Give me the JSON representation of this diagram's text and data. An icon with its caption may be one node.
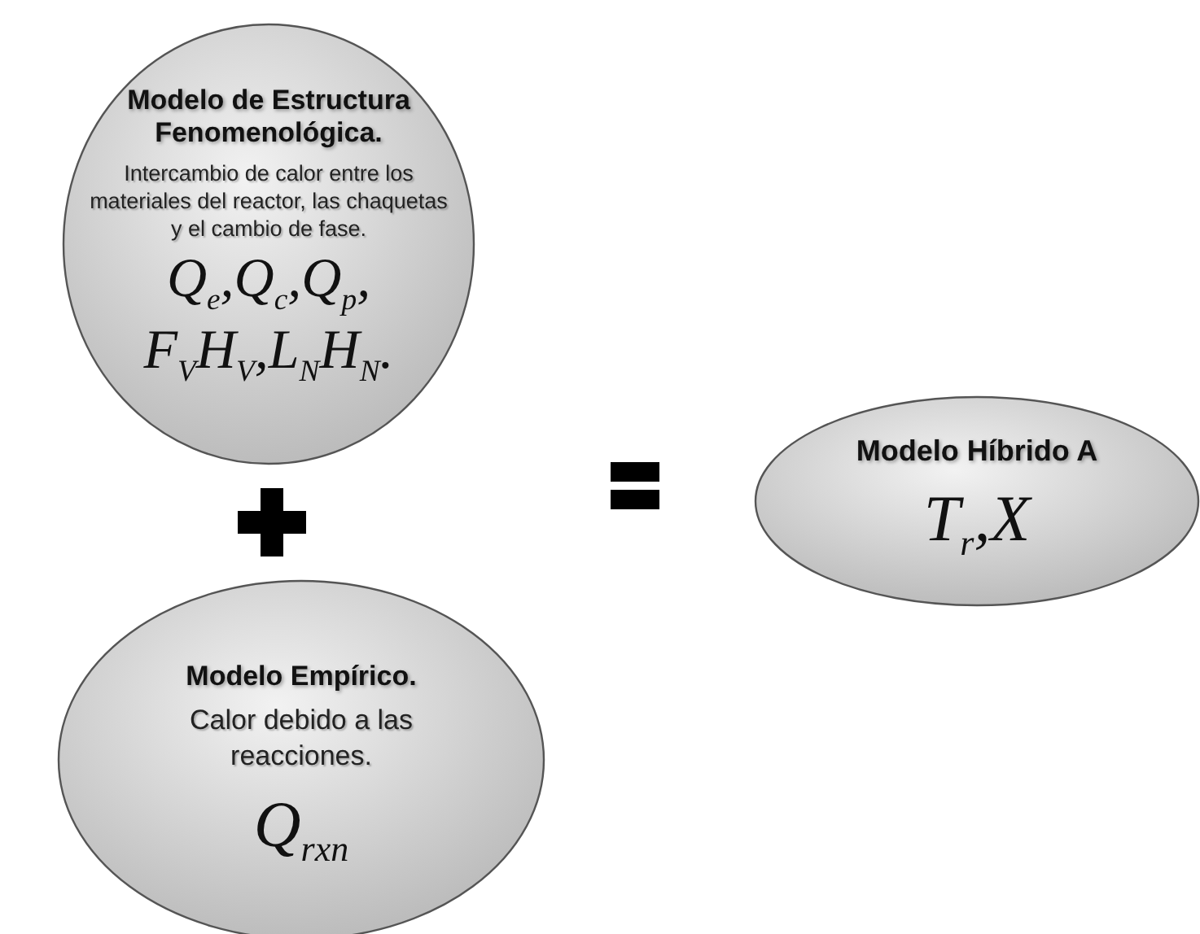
{
  "diagram": {
    "nodes": [
      {
        "text": [
          "Modelo de Estructura Fenomenológica.",
          "Intercambio de calor entre los materiales del reactor, las chaquetas y el cambio de fase.",
          "Q$_{e}$,Q$_{c}$,Q$_{p}$,",
          "F$_{V}$H$_{V}$,L$_{N}$H$_{N}$."
        ]
      },
      {
        "text": [
          "Modelo Empírico.",
          "Calor debido a las reacciones.",
          "Q$_{rxn}$"
        ]
      },
      {
        "text": [
          "Modelo Híbrido A",
          "T$_{r}$,X"
        ]
      }
    ]
  }
}
